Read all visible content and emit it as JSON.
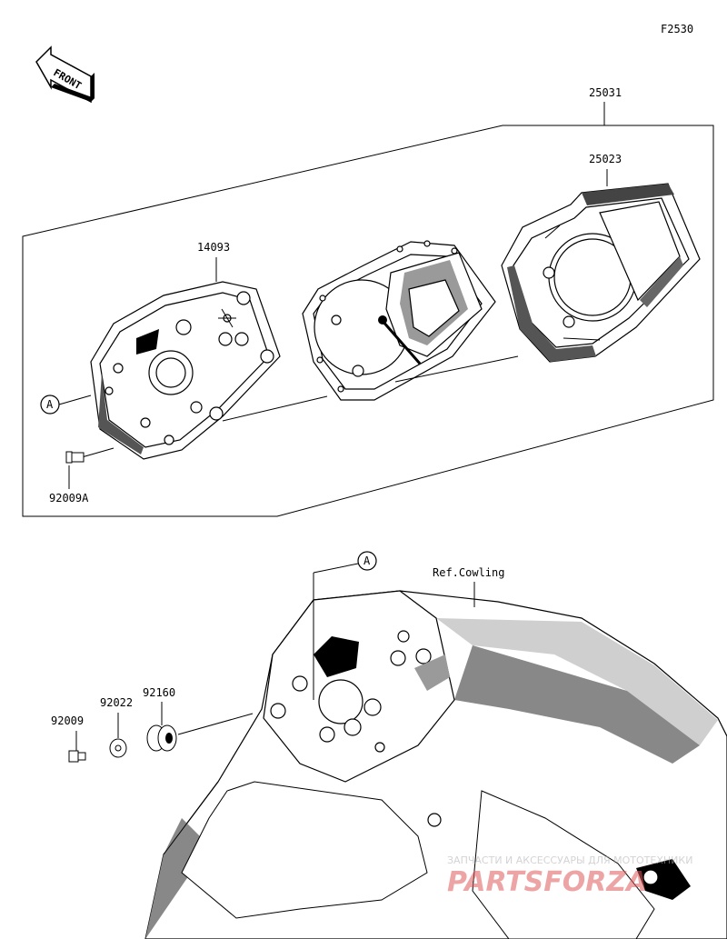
{
  "figure_code": "F2530",
  "front_arrow_text": "FRONT",
  "parts": {
    "meter_assy": "25031",
    "cover": "25023",
    "case": "14093",
    "screw_a": "92009A",
    "screw": "92009",
    "washer": "92022",
    "grommet": "92160"
  },
  "callout_ref": "A",
  "ref_note": "Ref.Cowling",
  "watermark": {
    "line1": "ЗАПЧАСТИ И АКСЕССУАРЫ ДЛЯ МОТОТЕХНИКИ",
    "logo": "PARTSFORZA"
  }
}
